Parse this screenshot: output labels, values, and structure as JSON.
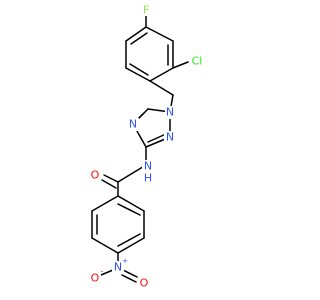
{
  "atoms": {
    "fluorine": "F",
    "chlorine": "Cl",
    "n_triazole_1": "N",
    "n_triazole_2": "N",
    "n_triazole_4": "N",
    "n_amide": "N",
    "h_amide": "H",
    "o_carbonyl": "O",
    "n_nitro": "N",
    "n_nitro_charge": "+",
    "o_nitro_1": "O",
    "o_nitro_2": "O",
    "o_nitro_charge": "-"
  },
  "colors": {
    "bond": "#000000",
    "nitrogen": "#3050F8",
    "oxygen": "#FF0D0D",
    "chlorine": "#1FF01F",
    "fluorine": "#90E050"
  }
}
